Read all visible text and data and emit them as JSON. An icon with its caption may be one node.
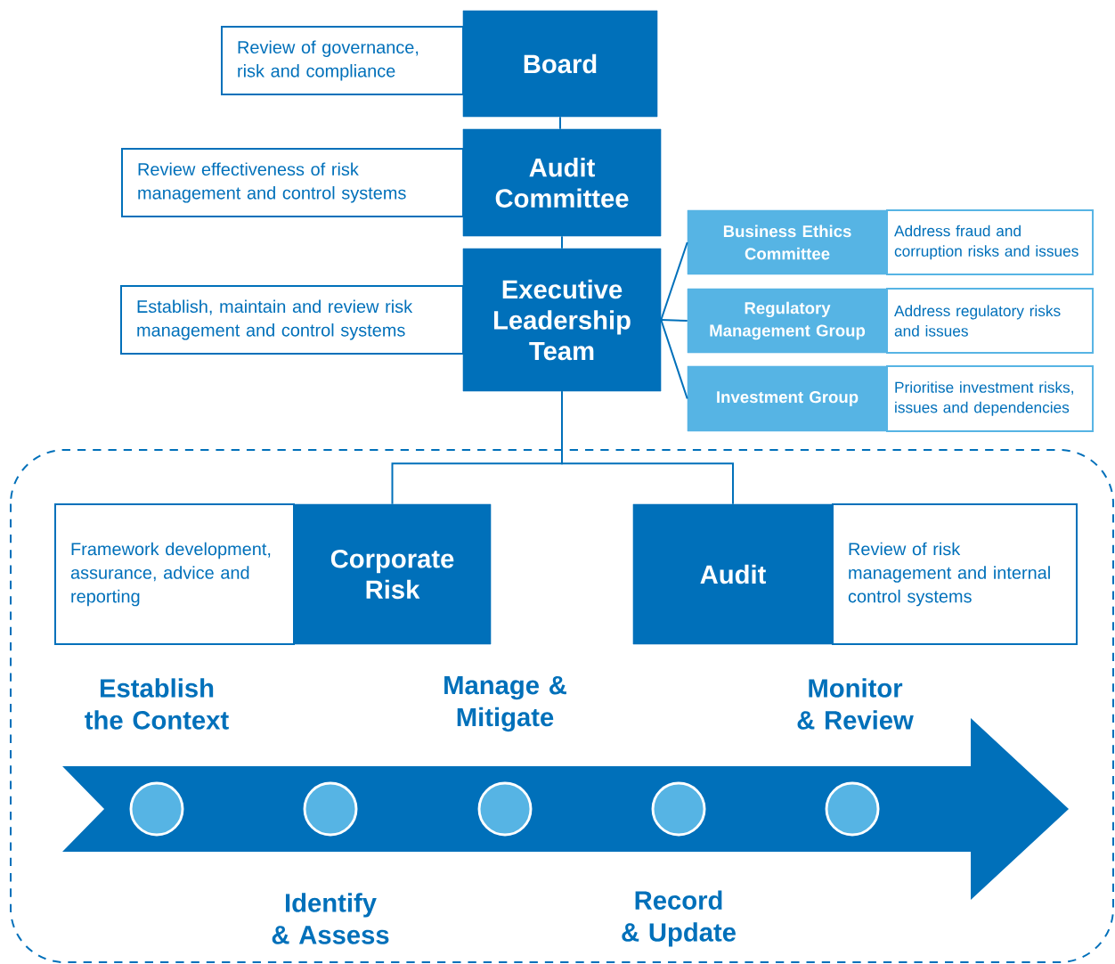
{
  "diagram": {
    "nodes": [
      {
        "text": [
          "Review of governance, risk and compliance"
        ]
      },
      {
        "text": [
          "Board"
        ]
      },
      {
        "text": [
          "Review effectiveness of risk management and control systems"
        ]
      },
      {
        "text": [
          "Audit Committee"
        ]
      },
      {
        "text": [
          "Establish, maintain and review risk management and control systems"
        ]
      },
      {
        "text": [
          "Executive Leadership Team"
        ]
      },
      {
        "text": [
          "Business Ethics Committee"
        ]
      },
      {
        "text": [
          "Address fraud and corruption risks and issues"
        ]
      },
      {
        "text": [
          "Regulatory Management Group"
        ]
      },
      {
        "text": [
          "Address regulatory risks and issues"
        ]
      },
      {
        "text": [
          "Investment Group"
        ]
      },
      {
        "text": [
          "Prioritise investment risks, issues and dependencies"
        ]
      },
      {
        "text": [
          "Framework development, assurance, advice and reporting"
        ]
      },
      {
        "text": [
          "Corporate Risk"
        ]
      },
      {
        "text": [
          "Audit"
        ]
      },
      {
        "text": [
          "Review of risk management and internal control systems"
        ]
      },
      {
        "text": [],
        "shape": "circle",
        "beside": [
          "Establish the Context"
        ]
      },
      {
        "text": [],
        "shape": "circle",
        "beside": [
          "Identify & Assess"
        ]
      },
      {
        "text": [],
        "shape": "circle",
        "beside": [
          "Manage & Mitigate"
        ]
      },
      {
        "text": [],
        "shape": "circle",
        "beside": [
          "Record & Update"
        ]
      },
      {
        "text": [],
        "shape": "circle",
        "beside": [
          "Monitor & Review"
        ]
      }
    ],
    "edges": [
      {
        "from": 1,
        "to": 3,
        "arrow": "none"
      },
      {
        "from": 3,
        "to": 5,
        "arrow": "none"
      },
      {
        "from": 5,
        "to": 6,
        "arrow": "none"
      },
      {
        "from": 5,
        "to": 8,
        "arrow": "none"
      },
      {
        "from": 5,
        "to": 10,
        "arrow": "none"
      },
      {
        "from": 5,
        "to": 13,
        "arrow": "none"
      },
      {
        "from": 5,
        "to": 14,
        "arrow": "none"
      }
    ]
  }
}
